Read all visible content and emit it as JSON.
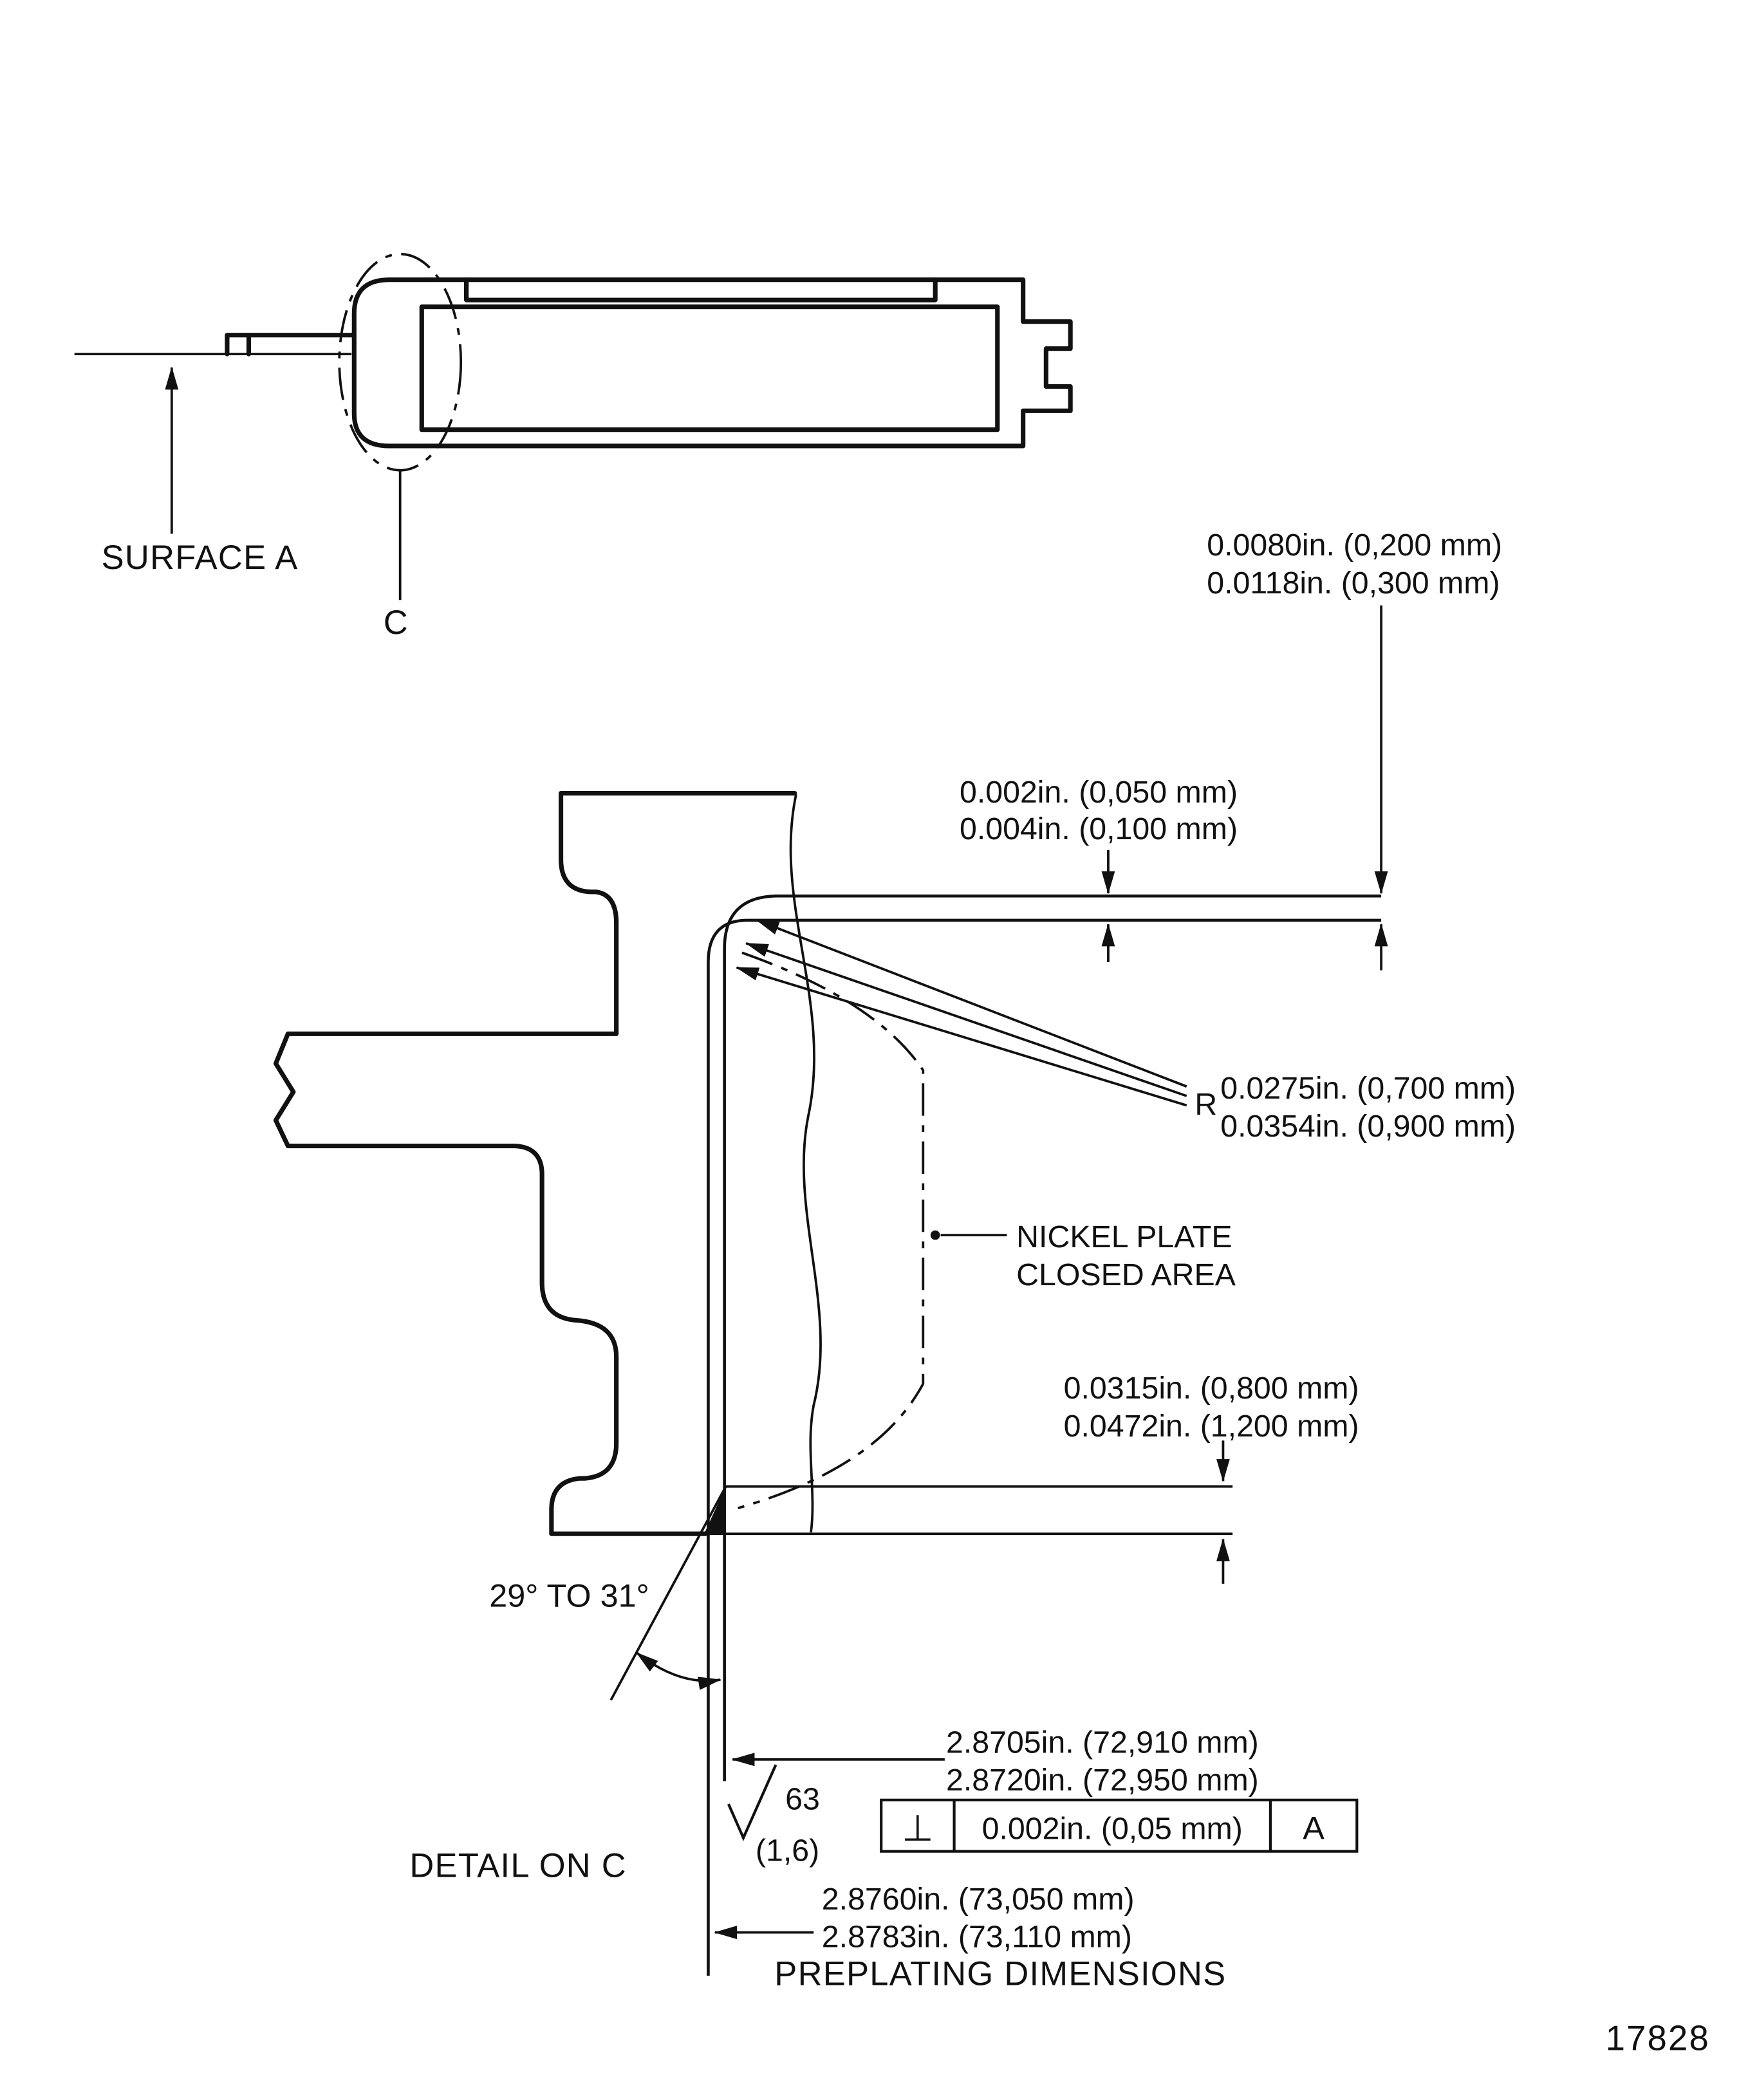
{
  "colors": {
    "ink": "#111111",
    "paper": "#ffffff"
  },
  "figure": {
    "number": "17828"
  },
  "top_view": {
    "surface_label": "SURFACE A",
    "detail_letter": "C"
  },
  "detail": {
    "title": "DETAIL ON C",
    "plating_top": {
      "line1": "0.0080in. (0,200 mm)",
      "line2": "0.0118in. (0,300 mm)"
    },
    "plating_step": {
      "line1": "0.002in. (0,050 mm)",
      "line2": "0.004in. (0,100 mm)"
    },
    "radius": {
      "prefix": "R",
      "line1": "0.0275in. (0,700 mm)",
      "line2": "0.0354in. (0,900 mm)"
    },
    "nickel": {
      "line1": "NICKEL PLATE",
      "line2": "CLOSED AREA"
    },
    "plating_bottom": {
      "line1": "0.0315in. (0,800 mm)",
      "line2": "0.0472in. (1,200 mm)"
    },
    "angle": "29° TO 31°",
    "width_final": {
      "line1": "2.8705in. (72,910 mm)",
      "line2": "2.8720in. (72,950 mm)"
    },
    "surface_finish": {
      "value": "63",
      "metric": "(1,6)",
      "symbol_name": "machining-check-mark"
    },
    "fcf": {
      "symbol": "⊥",
      "symbol_name": "perpendicularity",
      "tolerance": "0.002in. (0,05 mm)",
      "datum": "A"
    },
    "width_preplate": {
      "line1": "2.8760in. (73,050 mm)",
      "line2": "2.8783in. (73,110 mm)"
    },
    "preplating_label": "PREPLATING DIMENSIONS"
  }
}
